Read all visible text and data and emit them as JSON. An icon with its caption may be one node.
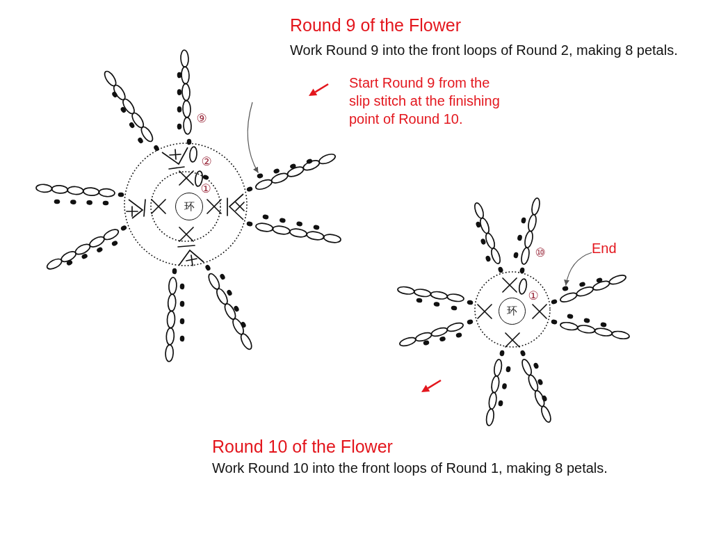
{
  "diagram": {
    "nodes": [
      {
        "text": [],
        "shape": "circle"
      },
      {
        "text": [
          "环"
        ]
      },
      {
        "text": [
          "End"
        ]
      },
      {
        "text": [],
        "shape": "circle"
      },
      {
        "text": [
          "环"
        ]
      }
    ],
    "edges": [
      {
        "from": null,
        "to": 0,
        "arrow": "to"
      },
      {
        "from": 2,
        "to": 3,
        "arrow": "to"
      }
    ],
    "labels": [
      "Round 9 of the Flower",
      "Work Round 9 into the front loops of Round 2, making 8 petals.",
      "Start Round 9 from the slip stitch at the finishing point of Round 10.",
      "⑨",
      "②",
      "①",
      "⑩",
      "①",
      "Round 10 of the Flower",
      "Work Round 10 into the front loops of Round 1, making 8 petals."
    ]
  }
}
